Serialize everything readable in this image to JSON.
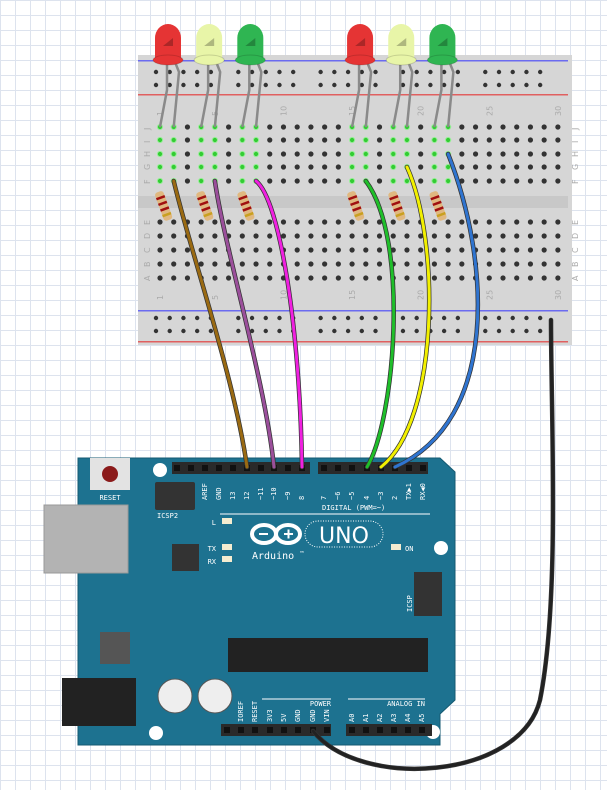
{
  "breadboard": {
    "column_numbers": [
      "1",
      "5",
      "10",
      "15",
      "20",
      "25",
      "30"
    ],
    "row_letters_top": [
      "J",
      "I",
      "H",
      "G",
      "F"
    ],
    "row_letters_bottom": [
      "E",
      "D",
      "C",
      "B",
      "A"
    ]
  },
  "leds": [
    {
      "color": "red",
      "hex": "#e53434"
    },
    {
      "color": "yellow",
      "hex": "#e8f5a8"
    },
    {
      "color": "green",
      "hex": "#2fb552"
    },
    {
      "color": "red",
      "hex": "#e53434"
    },
    {
      "color": "yellow",
      "hex": "#e8f5a8"
    },
    {
      "color": "green",
      "hex": "#2fb552"
    }
  ],
  "wires": [
    {
      "color": "#9a6a12",
      "to_pin": "12"
    },
    {
      "color": "#9b4f9b",
      "to_pin": "~10"
    },
    {
      "color": "#f020e0",
      "to_pin": "8"
    },
    {
      "color": "#1fbf2a",
      "to_pin": "4"
    },
    {
      "color": "#f2f000",
      "to_pin": "~3"
    },
    {
      "color": "#2f74d0",
      "to_pin": "2"
    },
    {
      "color": "#222222",
      "to_pin": "GND"
    }
  ],
  "arduino": {
    "reset_label": "RESET",
    "icsp2_label": "ICSP2",
    "icsp_label": "ICSP",
    "digital_label": "DIGITAL (PWM=~)",
    "brand": "Arduino",
    "tm": "TM",
    "model": "UNO",
    "led_labels": {
      "l": "L",
      "tx": "TX",
      "rx": "RX",
      "on": "ON"
    },
    "digital_pins": [
      "AREF",
      "GND",
      "13",
      "12",
      "~11",
      "~10",
      "~9",
      "8",
      "7",
      "~6",
      "~5",
      "4",
      "~3",
      "2",
      "TX▶1",
      "RX◀0"
    ],
    "power_label": "POWER",
    "power_pins": [
      "IOREF",
      "RESET",
      "3V3",
      "5V",
      "GND",
      "GND",
      "VIN"
    ],
    "analog_label": "ANALOG IN",
    "analog_pins": [
      "A0",
      "A1",
      "A2",
      "A3",
      "A4",
      "A5"
    ],
    "board_color": "#1d7290"
  }
}
